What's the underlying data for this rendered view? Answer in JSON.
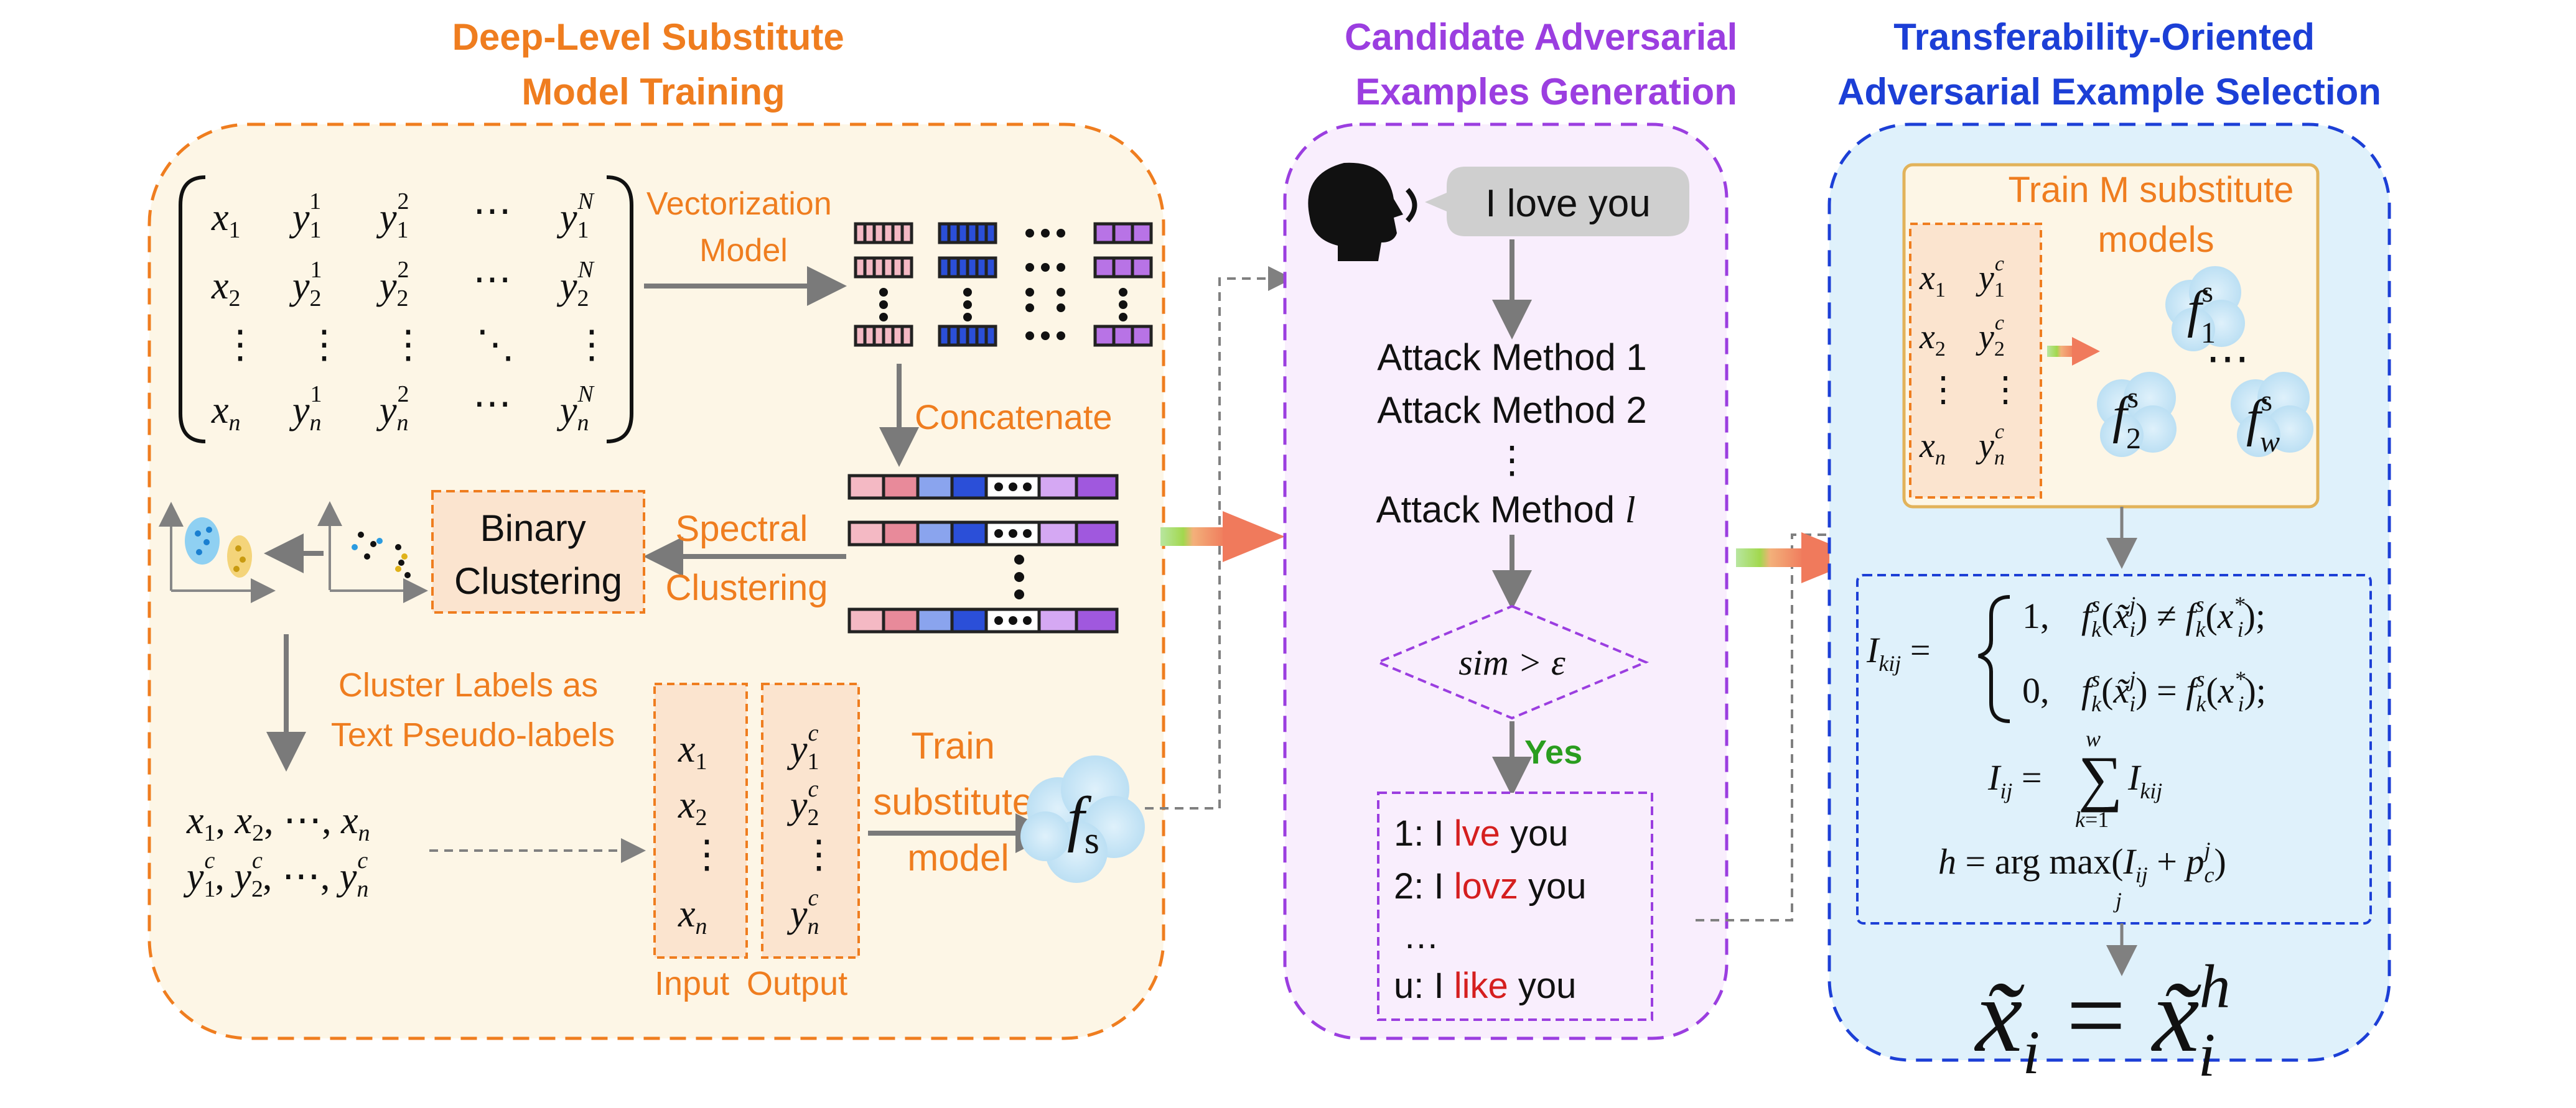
{
  "colors": {
    "orange": "#ef7d1f",
    "purple": "#9b3ee0",
    "blue": "#1c3fd6",
    "red": "#d51f1f",
    "green": "#2a9d1f"
  },
  "panel1": {
    "title": [
      "Deep-Level Substitute",
      "Model Training"
    ],
    "vectorization": [
      "Vectorization",
      "Model"
    ],
    "concatenate": "Concatenate",
    "spectral": [
      "Spectral",
      "Clustering"
    ],
    "binary": [
      "Binary",
      "Clustering"
    ],
    "cluster_labels": [
      "Cluster Labels as",
      "Text Pseudo-labels"
    ],
    "train": [
      "Train",
      "substitute",
      "model"
    ],
    "input_label": "Input",
    "output_label": "Output",
    "fs_label": "f",
    "fs_sub": "s"
  },
  "panel2": {
    "title": [
      "Candidate Adversarial",
      "Examples Generation"
    ],
    "speech": "I love you",
    "methods": [
      "Attack Method 1",
      "Attack Method 2",
      "Attack Method"
    ],
    "method_l": "l",
    "condition": "sim > ε",
    "yes": "Yes",
    "candidates": [
      {
        "prefix": "1: I ",
        "word": "lve",
        "suffix": " you"
      },
      {
        "prefix": "2: I ",
        "word": "lovz",
        "suffix": " you"
      },
      {
        "prefix": "u: I ",
        "word": "like",
        "suffix": " you"
      }
    ],
    "ellipsis": "…"
  },
  "panel3": {
    "title": [
      "Transferability-Oriented",
      "Adversarial Example Selection"
    ],
    "train_m": [
      "Train M substitute",
      "models"
    ],
    "equations": {
      "ikij_case1": "1,",
      "ikij_case2": "0,"
    }
  }
}
